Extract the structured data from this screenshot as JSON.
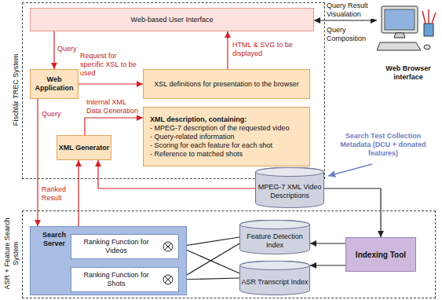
{
  "diagram": {
    "nodes": [
      {
        "text": [
          "Físchlár TREC System"
        ]
      },
      {
        "text": [
          "Web-based User Interface"
        ],
        "in": 0
      },
      {
        "text": [
          "Web Application"
        ],
        "in": 0
      },
      {
        "text": [
          "XSL definitions for presentation to the browser"
        ],
        "in": 0
      },
      {
        "text": [
          "XML description, containing:",
          "- MPEG-7 description of the requested video",
          "- Query-related information",
          "- Scoring for each feature for each shot",
          "- Reference to matched shots"
        ],
        "in": 0
      },
      {
        "text": [
          "XML Generator"
        ],
        "in": 0
      },
      {
        "text": [
          "Web Browser interface"
        ]
      },
      {
        "text": [
          "MPEG-7 XML Video Descriptions"
        ]
      },
      {
        "text": [
          "ASR + Feature Search System"
        ]
      },
      {
        "text": [
          "Search Server"
        ],
        "in": 8
      },
      {
        "text": [
          "Ranking Function for Videos"
        ],
        "in": 9
      },
      {
        "text": [
          "Ranking Function for Shots"
        ],
        "in": 9
      },
      {
        "text": [
          "Feature Detection Index"
        ],
        "in": 8
      },
      {
        "text": [
          "ASR Transcript Index"
        ],
        "in": 8
      },
      {
        "text": [
          "Indexing Tool"
        ],
        "in": 8
      }
    ],
    "edges": [
      {
        "from": 1,
        "to": 2,
        "label": "Query",
        "arrow": "to"
      },
      {
        "from": 2,
        "to": 3,
        "label": "Request for specific XSL to be used",
        "arrow": "to"
      },
      {
        "from": 3,
        "to": 1,
        "label": "HTML & SVG to be displayed",
        "arrow": "to"
      },
      {
        "from": 5,
        "to": 4,
        "label": "Internal XML Data Generation",
        "arrow": "to"
      },
      {
        "from": 2,
        "to": 9,
        "label": "Query",
        "arrow": "to"
      },
      {
        "from": 9,
        "to": 5,
        "label": "Ranked Result",
        "arrow": "to"
      },
      {
        "from": 7,
        "to": 5,
        "arrow": "to"
      },
      {
        "from": 1,
        "to": 6,
        "label": "Query Composition",
        "arrow": "both"
      },
      {
        "from": 7,
        "to": 14,
        "arrow": "to"
      },
      {
        "from": 14,
        "to": 12,
        "arrow": "to"
      },
      {
        "from": 14,
        "to": 13,
        "arrow": "to"
      },
      {
        "from": 12,
        "to": 10,
        "arrow": "none"
      },
      {
        "from": 12,
        "to": 11,
        "arrow": "none"
      },
      {
        "from": 13,
        "to": 10,
        "arrow": "none"
      },
      {
        "from": 13,
        "to": 11,
        "arrow": "none"
      }
    ],
    "labels": [
      "Query Result Visualation",
      "Search Test Collection Metadata (DCU + donated features)"
    ]
  }
}
